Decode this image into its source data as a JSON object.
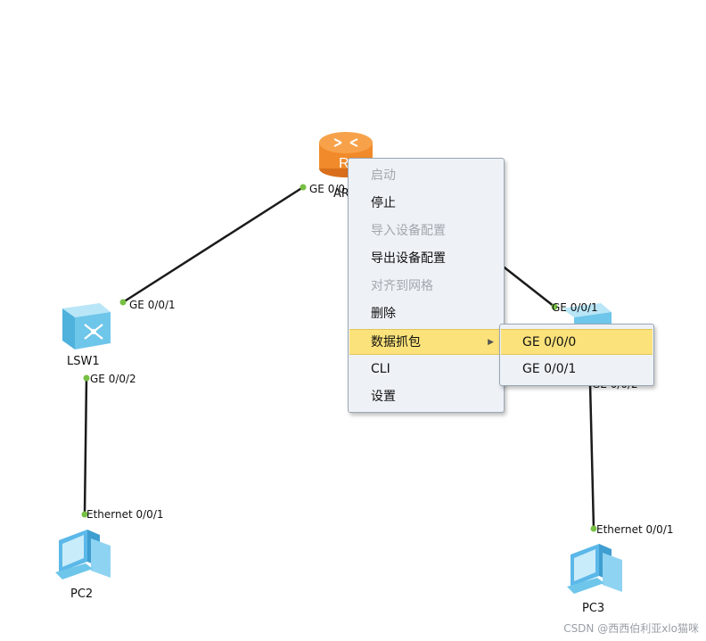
{
  "devices": {
    "router_label": "AR",
    "switch1_label": "LSW1",
    "pc2_label": "PC2",
    "pc3_label": "PC3"
  },
  "ports": {
    "router_left": "GE 0/0",
    "lsw1_up": "GE 0/0/1",
    "lsw1_down": "GE 0/0/2",
    "pc2_eth": "Ethernet 0/0/1",
    "right_up": "GE 0/0/1",
    "right_down": "GE 0/0/2",
    "pc3_eth": "Ethernet 0/0/1"
  },
  "context_menu": {
    "items": [
      {
        "label": "启动",
        "enabled": false
      },
      {
        "label": "停止",
        "enabled": true
      },
      {
        "label": "导入设备配置",
        "enabled": false
      },
      {
        "label": "导出设备配置",
        "enabled": true
      },
      {
        "label": "对齐到网格",
        "enabled": false
      },
      {
        "label": "删除",
        "enabled": true
      },
      {
        "label": "数据抓包",
        "enabled": true,
        "highlighted": true,
        "submenu": true
      },
      {
        "label": "CLI",
        "enabled": true
      },
      {
        "label": "设置",
        "enabled": true
      }
    ]
  },
  "submenu": {
    "items": [
      {
        "label": "GE 0/0/0",
        "highlighted": true
      },
      {
        "label": "GE 0/0/1",
        "highlighted": false
      }
    ]
  },
  "watermark": "CSDN @西西伯利亚xlo猫咪",
  "colors": {
    "link": "#1b1b1b",
    "port_dot": "#77c043",
    "router_orange": "#f08a2a",
    "switch_blue": "#6ec6ea",
    "pc_blue": "#5bb8e8",
    "menu_bg": "#eef2f7",
    "highlight": "#fbe27a"
  }
}
